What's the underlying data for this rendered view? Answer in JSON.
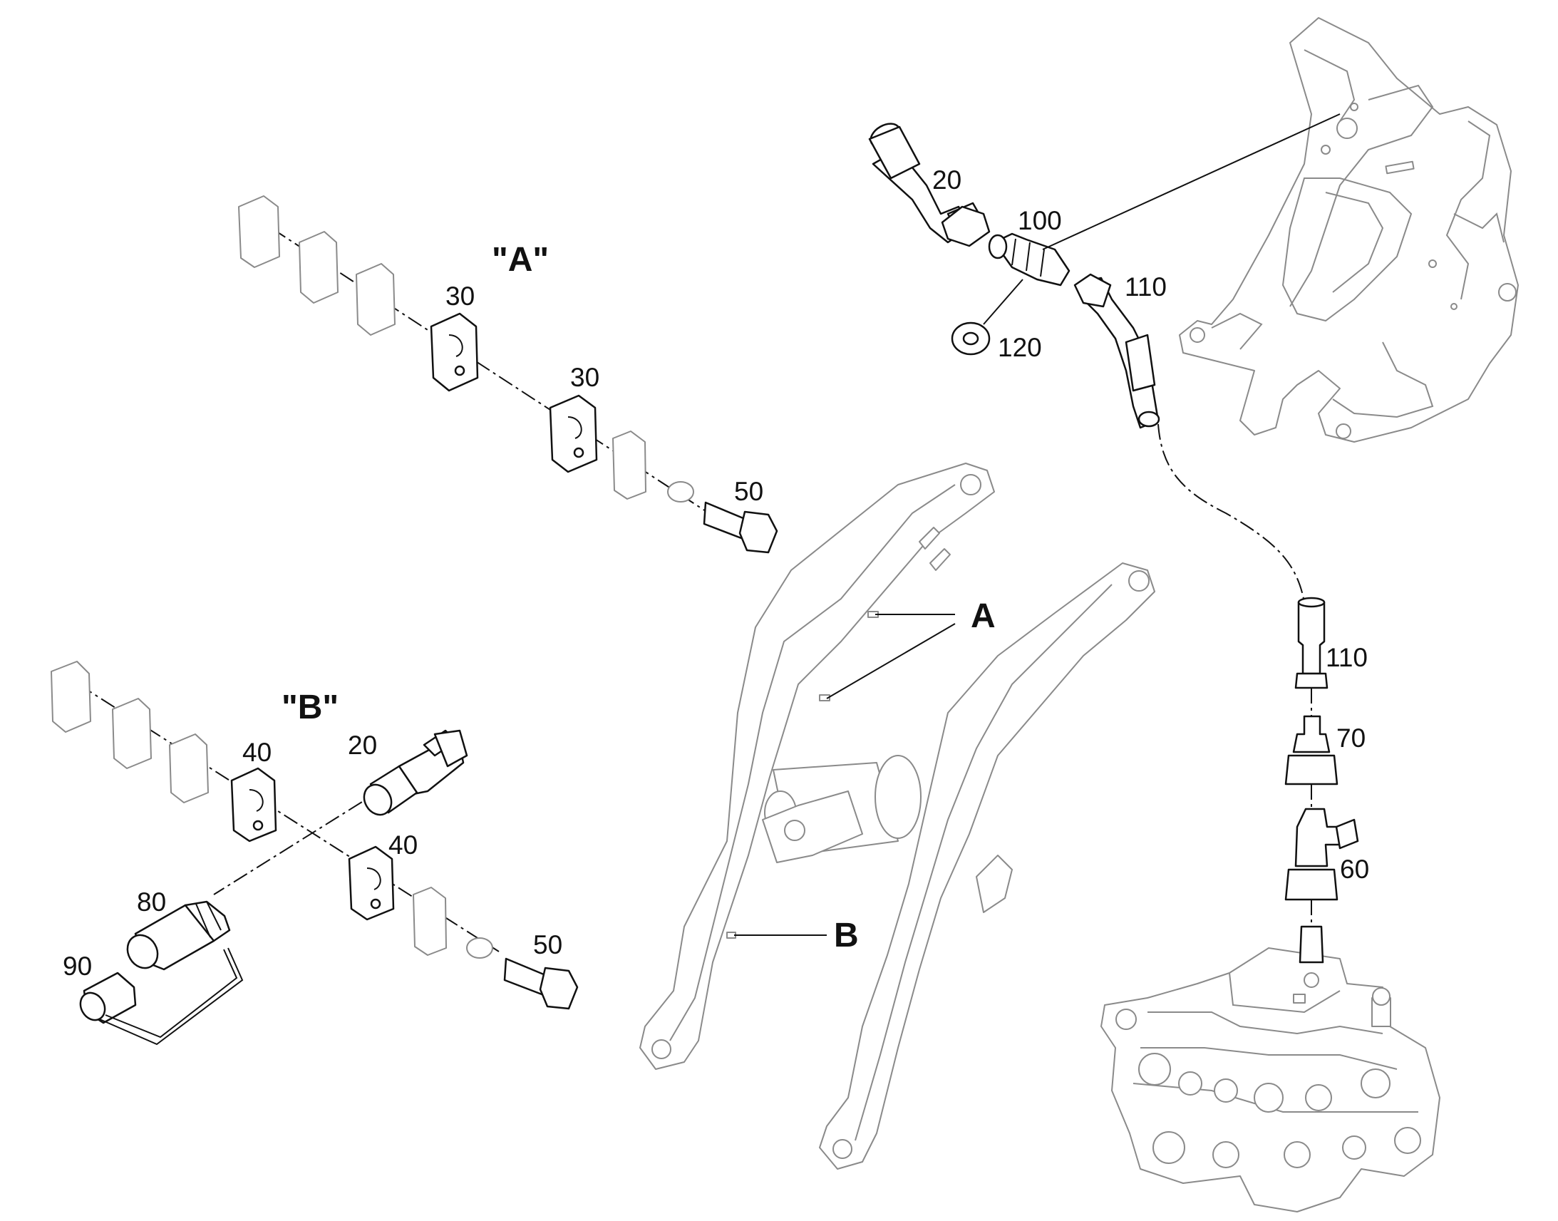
{
  "detail_labels": {
    "A": "\"A\"",
    "B": "\"B\""
  },
  "callouts": {
    "A": "A",
    "B": "B"
  },
  "part_numbers": {
    "p20_top": "20",
    "p100": "100",
    "p110_top": "110",
    "p120": "120",
    "p30_a": "30",
    "p30_b": "30",
    "p50_a": "50",
    "p110_right": "110",
    "p70": "70",
    "p60": "60",
    "p40_a": "40",
    "p20_b": "20",
    "p40_b": "40",
    "p80": "80",
    "p90": "90",
    "p50_b": "50"
  }
}
